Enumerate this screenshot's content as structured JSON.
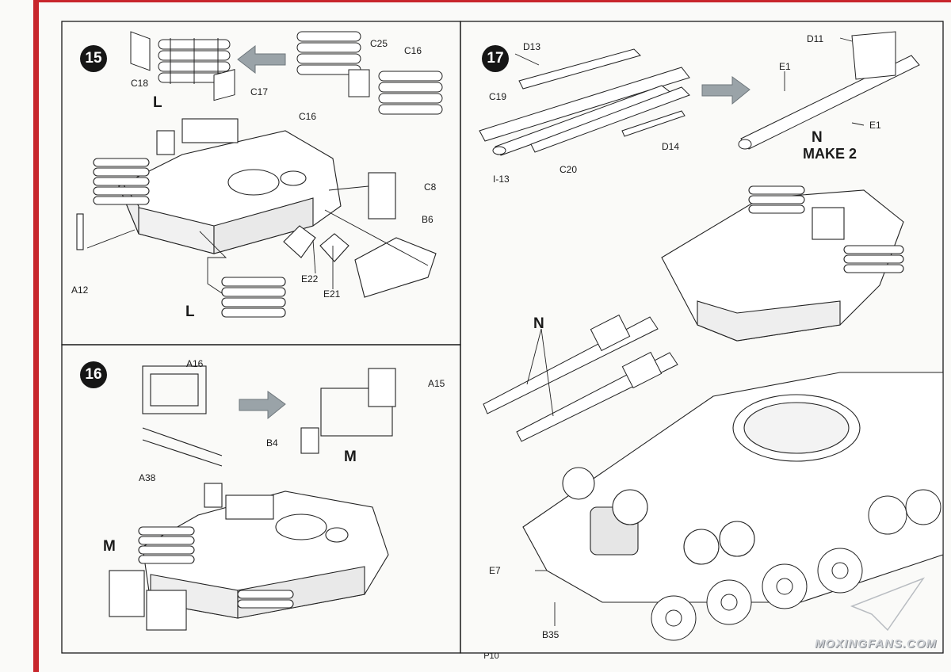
{
  "page": {
    "number": "P10",
    "watermark": "MOXINGFANS.COM"
  },
  "step15": {
    "number": "15",
    "labels": {
      "c18": "C18",
      "c17": "C17",
      "c25": "C25",
      "c16a": "C16",
      "c16b": "C16",
      "c8": "C8",
      "b6": "B6",
      "a12": "A12",
      "e22": "E22",
      "e21": "E21"
    },
    "callouts": {
      "l_top": "L",
      "l_bottom": "L"
    }
  },
  "step16": {
    "number": "16",
    "labels": {
      "a16": "A16",
      "a15": "A15",
      "b4": "B4",
      "a38": "A38"
    },
    "callouts": {
      "m_top": "M",
      "m_bottom": "M"
    }
  },
  "step17": {
    "number": "17",
    "labels": {
      "d13": "D13",
      "c19": "C19",
      "i13": "I-13",
      "c20": "C20",
      "d14": "D14",
      "d11": "D11",
      "e1a": "E1",
      "e1b": "E1",
      "e7": "E7",
      "b35": "B35"
    },
    "callouts": {
      "n_top": "N",
      "make2": "MAKE 2",
      "n_bottom": "N"
    }
  },
  "colors": {
    "accent_red": "#c8262c",
    "arrow_gray": "#9aa3a8",
    "line": "#1a1a1a"
  }
}
